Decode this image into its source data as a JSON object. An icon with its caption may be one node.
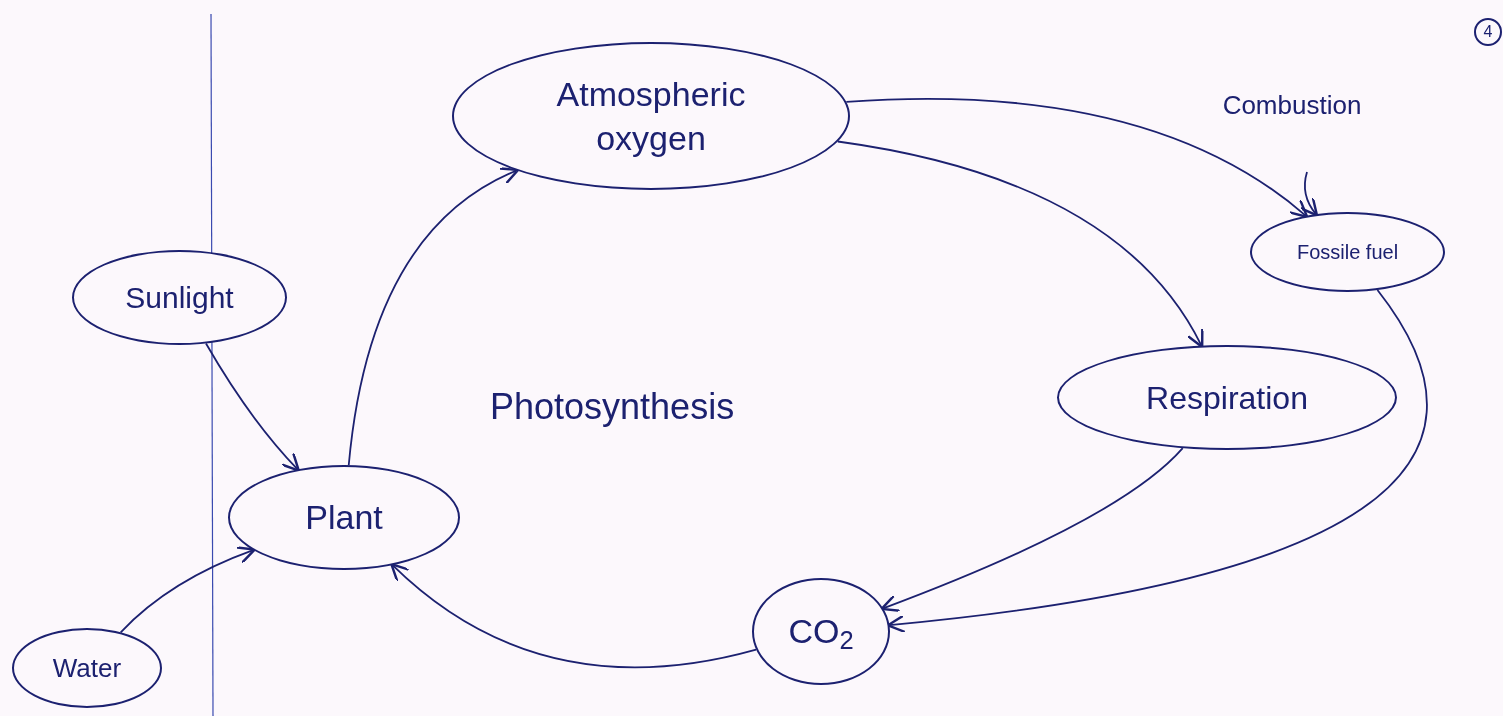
{
  "diagram": {
    "nodes": [
      {
        "text": [
          "Atmospheric oxygen"
        ]
      },
      {
        "text": [
          "Fossile fuel"
        ]
      },
      {
        "text": [
          "Sunlight"
        ]
      },
      {
        "text": [
          "Respiration"
        ]
      },
      {
        "text": [
          "Plant"
        ]
      },
      {
        "text": [
          "CO$_{2}$"
        ]
      },
      {
        "text": [
          "Water"
        ]
      },
      {
        "text": [
          "4"
        ]
      }
    ],
    "edges": [
      {
        "from": 2,
        "to": 4,
        "arrow": "to"
      },
      {
        "from": 6,
        "to": 4,
        "arrow": "to"
      },
      {
        "from": 4,
        "to": 0,
        "arrow": "to"
      },
      {
        "from": 0,
        "to": 1,
        "arrow": "to",
        "label": "Combustion"
      },
      {
        "from": null,
        "to": 1,
        "arrow": "to"
      },
      {
        "from": 0,
        "to": 3,
        "arrow": "to"
      },
      {
        "from": 1,
        "to": 5,
        "arrow": "to"
      },
      {
        "from": 3,
        "to": 5,
        "arrow": "to"
      },
      {
        "from": 5,
        "to": 4,
        "arrow": "to"
      }
    ],
    "labels": [
      "Photosynthesis"
    ]
  }
}
